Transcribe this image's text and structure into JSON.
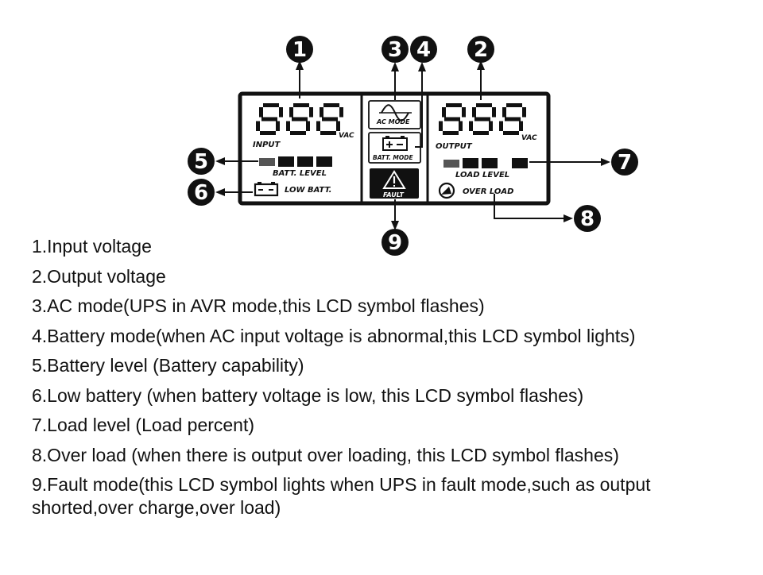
{
  "lcd": {
    "input_digits": "888",
    "input_unit": "VAC",
    "input_label": "INPUT",
    "output_digits": "888",
    "output_unit": "VAC",
    "output_label": "OUTPUT",
    "batt_level_label": "BATT.  LEVEL",
    "low_batt_label": "LOW BATT.",
    "ac_mode_label": "AC MODE",
    "batt_mode_label": "BATT. MODE",
    "fault_label": "FAULT",
    "load_level_label": "LOAD  LEVEL",
    "over_load_label": "OVER LOAD"
  },
  "callouts": [
    "1",
    "2",
    "3",
    "4",
    "5",
    "6",
    "7",
    "8",
    "9"
  ],
  "legend": [
    "1.Input voltage",
    "2.Output voltage",
    "3.AC mode(UPS in AVR mode,this LCD symbol flashes)",
    "4.Battery mode(when AC input voltage is abnormal,this LCD symbol lights)",
    "5.Battery level (Battery capability)",
    "6.Low battery (when battery voltage is low, this LCD symbol flashes)",
    "7.Load level (Load percent)",
    "8.Over load (when there is output over loading,  this LCD symbol flashes)",
    "9.Fault mode(this LCD symbol lights when UPS in fault mode,such as output shorted,over charge,over load)"
  ]
}
